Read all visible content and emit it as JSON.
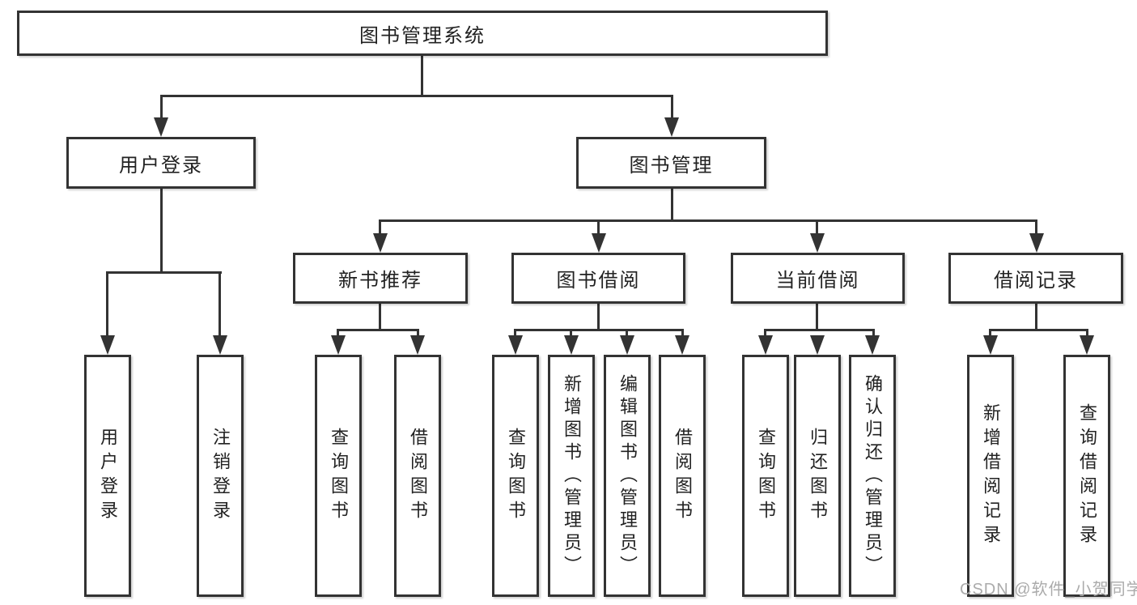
{
  "nodes": {
    "root": "图书管理系统",
    "user_login": "用户登录",
    "book_mgmt": "图书管理",
    "new_book_rec": "新书推荐",
    "book_borrow": "图书借阅",
    "current_borrow": "当前借阅",
    "borrow_record": "借阅记录"
  },
  "leaves": {
    "user_login": [
      "用户登录",
      "注销登录"
    ],
    "new_book_rec": [
      "查询图书",
      "借阅图书"
    ],
    "book_borrow": [
      "查询图书",
      "新增图书（管理员）",
      "编辑图书（管理员）",
      "借阅图书"
    ],
    "current_borrow": [
      "查询图书",
      "归还图书",
      "确认归还（管理员）"
    ],
    "borrow_record": [
      "新增借阅记录",
      "查询借阅记录"
    ]
  },
  "watermark": "CSDN @软件_小贺同学",
  "colors": {
    "line": "#333333",
    "text": "#222222",
    "box_fill": "#ffffff",
    "watermark": "#ababab"
  }
}
